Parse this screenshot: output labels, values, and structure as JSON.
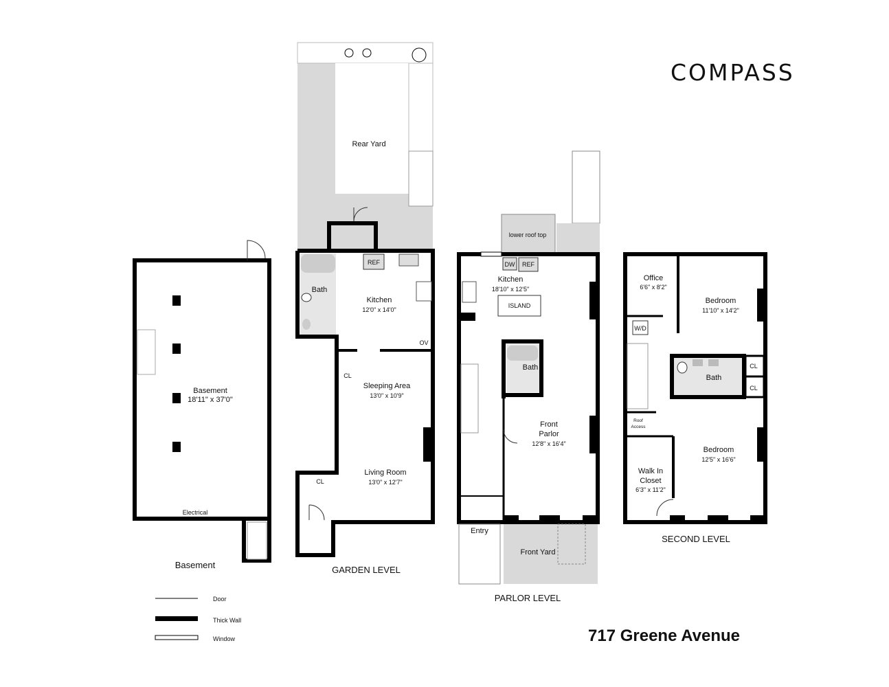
{
  "brand": {
    "logo": "COMPASS"
  },
  "address": "717 Greene Avenue",
  "levels": {
    "basement": {
      "title": "Basement",
      "rooms": [
        {
          "name": "Basement",
          "dims": "18'11\" x 37'0\""
        }
      ],
      "notes": {
        "electrical": "Electrical"
      }
    },
    "garden": {
      "title": "GARDEN LEVEL",
      "rear_yard": "Rear Yard",
      "bath": "Bath",
      "kitchen": {
        "name": "Kitchen",
        "dims": "12'0\" x 14'0\""
      },
      "sleeping": {
        "name": "Sleeping Area",
        "dims": "13'0\" x 10'9\""
      },
      "living": {
        "name": "Living Room",
        "dims": "13'0\" x 12'7\""
      },
      "cl1": "CL",
      "cl2": "CL",
      "ref": "REF",
      "ov": "OV"
    },
    "parlor": {
      "title": "PARLOR LEVEL",
      "roof": "lower roof top",
      "kitchen": {
        "name": "Kitchen",
        "dims": "18'10\" x 12'5\""
      },
      "island": "ISLAND",
      "bath": "Bath",
      "front_parlor": {
        "name1": "Front",
        "name2": "Parlor",
        "dims": "12'8\" x 16'4\""
      },
      "entry": "Entry",
      "front_yard": "Front Yard",
      "dw": "DW",
      "ref": "REF"
    },
    "second": {
      "title": "SECOND LEVEL",
      "office": {
        "name": "Office",
        "dims": "6'6\" x 8'2\""
      },
      "bedroom1": {
        "name": "Bedroom",
        "dims": "11'10\" x 14'2\""
      },
      "wd": "W/D",
      "bath": "Bath",
      "cl1": "CL",
      "cl2": "CL",
      "roof_access": {
        "l1": "Roof",
        "l2": "Access"
      },
      "walkin": {
        "l1": "Walk In",
        "l2": "Closet",
        "dims": "6'3\" x 11'2\""
      },
      "bedroom2": {
        "name": "Bedroom",
        "dims": "12'5\" x 16'6\""
      }
    }
  },
  "legend": [
    {
      "label": "Door"
    },
    {
      "label": "Thick Wall"
    },
    {
      "label": "Window"
    }
  ]
}
